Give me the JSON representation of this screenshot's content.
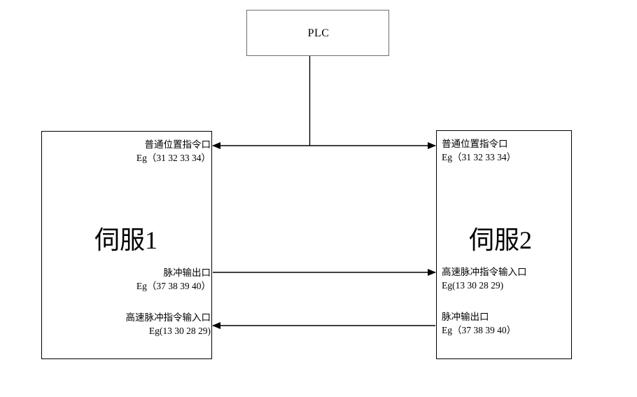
{
  "diagram": {
    "title_controller": "PLC",
    "nodes": {
      "plc": {
        "label": "PLC"
      },
      "servo1": {
        "title": "伺服1",
        "ports": [
          {
            "name": "normal-position-command-port",
            "line1": "普通位置指令口",
            "line2": "Eg（31 32 33 34）"
          },
          {
            "name": "pulse-output-port",
            "line1": "脉冲输出口",
            "line2": "Eg（37 38 39 40）"
          },
          {
            "name": "high-speed-pulse-command-input-port",
            "line1": "高速脉冲指令输入口",
            "line2": "Eg(13 30 28 29)"
          }
        ]
      },
      "servo2": {
        "title": "伺服2",
        "ports": [
          {
            "name": "normal-position-command-port",
            "line1": "普通位置指令口",
            "line2": "Eg（31 32 33 34）"
          },
          {
            "name": "high-speed-pulse-command-input-port",
            "line1": "高速脉冲指令输入口",
            "line2": "Eg(13 30 28 29)"
          },
          {
            "name": "pulse-output-port",
            "line1": "脉冲输出口",
            "line2": "Eg（37 38 39 40）"
          }
        ]
      }
    },
    "colors": {
      "line": "#000000",
      "plc_border": "#6f6f6f",
      "background": "#ffffff"
    }
  }
}
